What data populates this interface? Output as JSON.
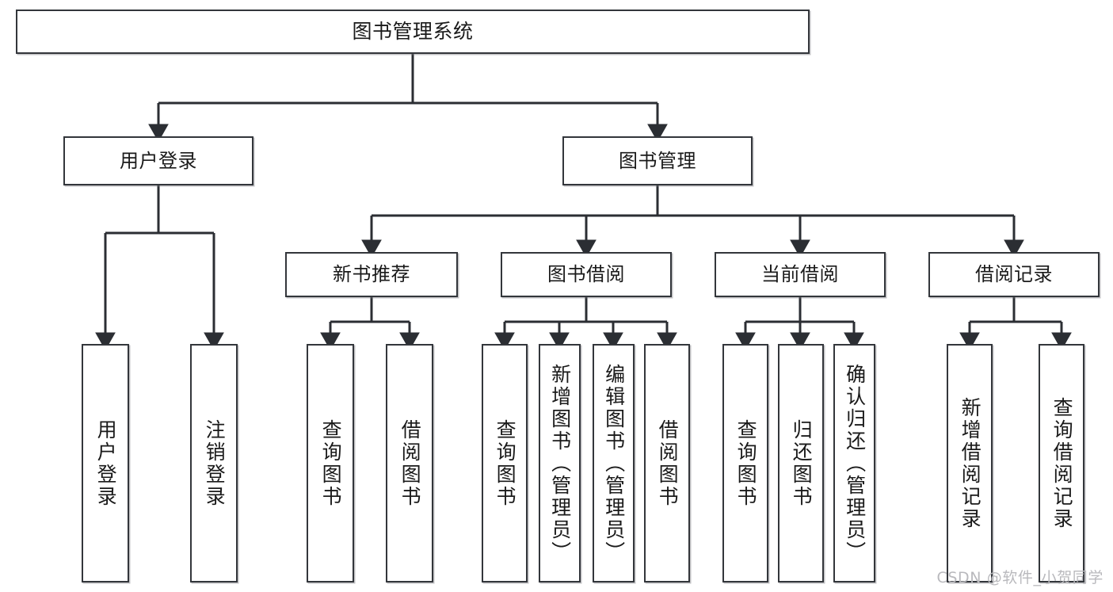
{
  "diagram": {
    "title": "图书管理系统",
    "type": "tree",
    "orientation": "top-down",
    "colors": {
      "box_border": "#33363b",
      "box_fill": "#ffffff",
      "connector": "#2b2e33",
      "text": "#1a1a1a",
      "watermark": "#b9b9bd",
      "canvas": "#ffffff"
    },
    "nodes": {
      "root": {
        "label": "图书管理系统"
      },
      "level2": [
        {
          "id": "user-login",
          "label": "用户登录"
        },
        {
          "id": "book-manage",
          "label": "图书管理"
        }
      ],
      "level3": [
        {
          "id": "new-book-recommend",
          "label": "新书推荐"
        },
        {
          "id": "book-borrow",
          "label": "图书借阅"
        },
        {
          "id": "current-borrow",
          "label": "当前借阅"
        },
        {
          "id": "borrow-record",
          "label": "借阅记录"
        }
      ],
      "leaves": [
        {
          "id": "leaf-user-login",
          "label": "用户登录",
          "parent": "user-login"
        },
        {
          "id": "leaf-logout-login",
          "label": "注销登录",
          "parent": "user-login"
        },
        {
          "id": "leaf-query-book-1",
          "label": "查询图书",
          "parent": "new-book-recommend"
        },
        {
          "id": "leaf-borrow-book-1",
          "label": "借阅图书",
          "parent": "new-book-recommend"
        },
        {
          "id": "leaf-query-book-2",
          "label": "查询图书",
          "parent": "book-borrow"
        },
        {
          "id": "leaf-add-book",
          "label": "新增图书（管理员）",
          "parent": "book-borrow"
        },
        {
          "id": "leaf-edit-book",
          "label": "编辑图书（管理员）",
          "parent": "book-borrow"
        },
        {
          "id": "leaf-borrow-book-2",
          "label": "借阅图书",
          "parent": "book-borrow"
        },
        {
          "id": "leaf-query-book-3",
          "label": "查询图书",
          "parent": "current-borrow"
        },
        {
          "id": "leaf-return-book",
          "label": "归还图书",
          "parent": "current-borrow"
        },
        {
          "id": "leaf-confirm-return",
          "label": "确认归还（管理员）",
          "parent": "current-borrow"
        },
        {
          "id": "leaf-add-record",
          "label": "新增借阅记录",
          "parent": "borrow-record"
        },
        {
          "id": "leaf-query-record",
          "label": "查询借阅记录",
          "parent": "borrow-record"
        }
      ]
    }
  },
  "watermark": {
    "text": "CSDN @软件_小贺同学"
  }
}
